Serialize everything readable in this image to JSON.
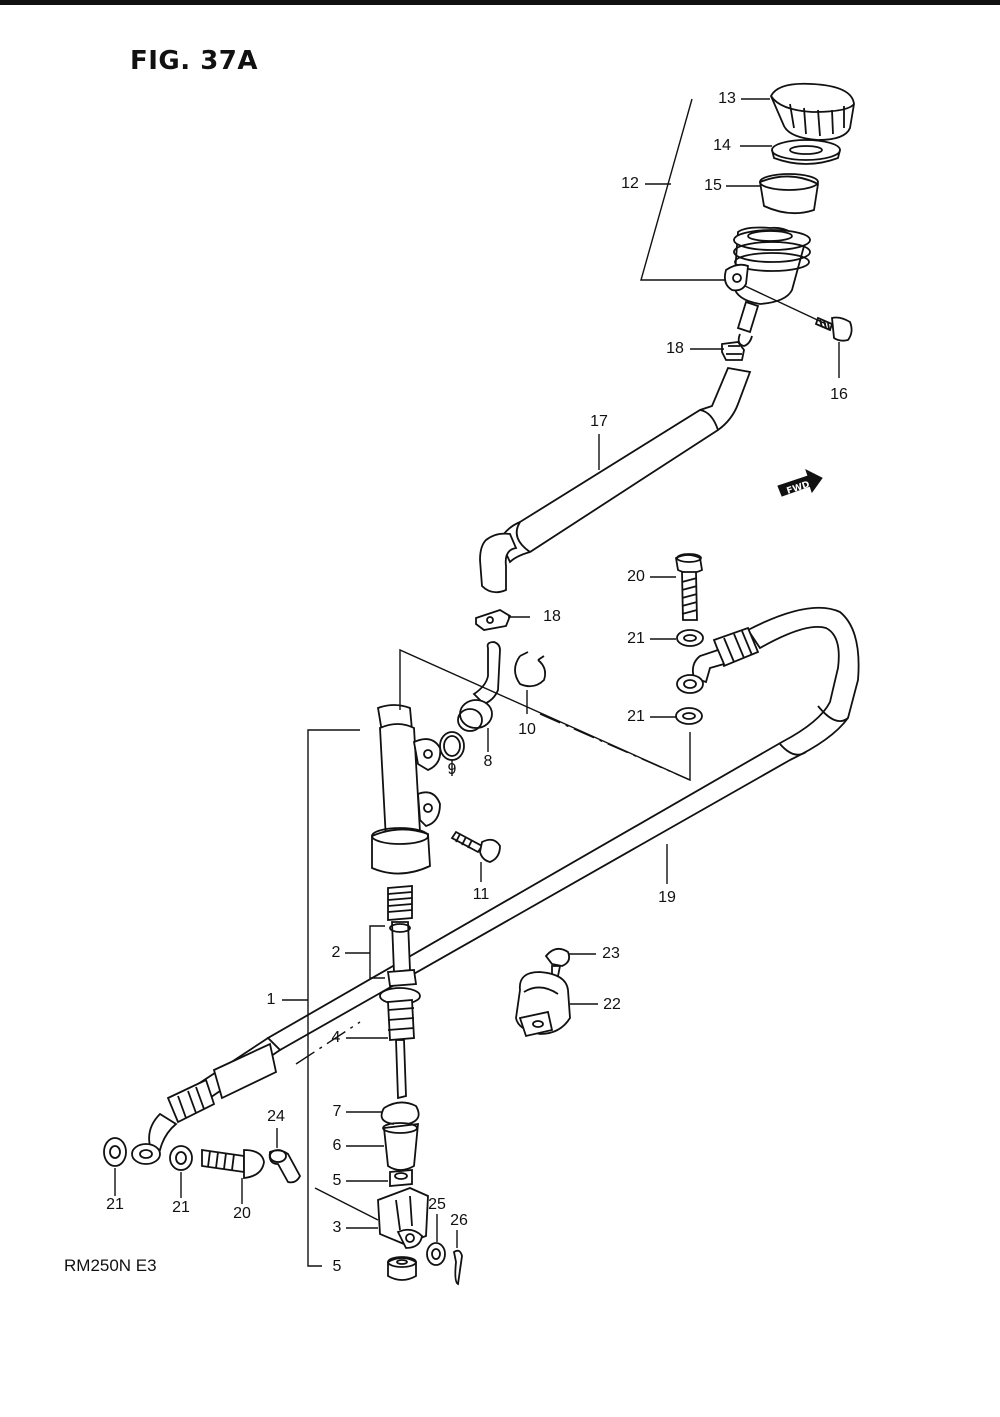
{
  "title": "FIG. 37A",
  "model": "RM250N E3",
  "fwd_label": "FWD",
  "callouts": [
    "13",
    "14",
    "15",
    "12",
    "16",
    "18",
    "17",
    "20",
    "21",
    "18",
    "10",
    "21",
    "9",
    "8",
    "11",
    "19",
    "2",
    "1",
    "4",
    "23",
    "22",
    "7",
    "6",
    "24",
    "5",
    "3",
    "25",
    "26",
    "5",
    "21",
    "21",
    "20"
  ]
}
